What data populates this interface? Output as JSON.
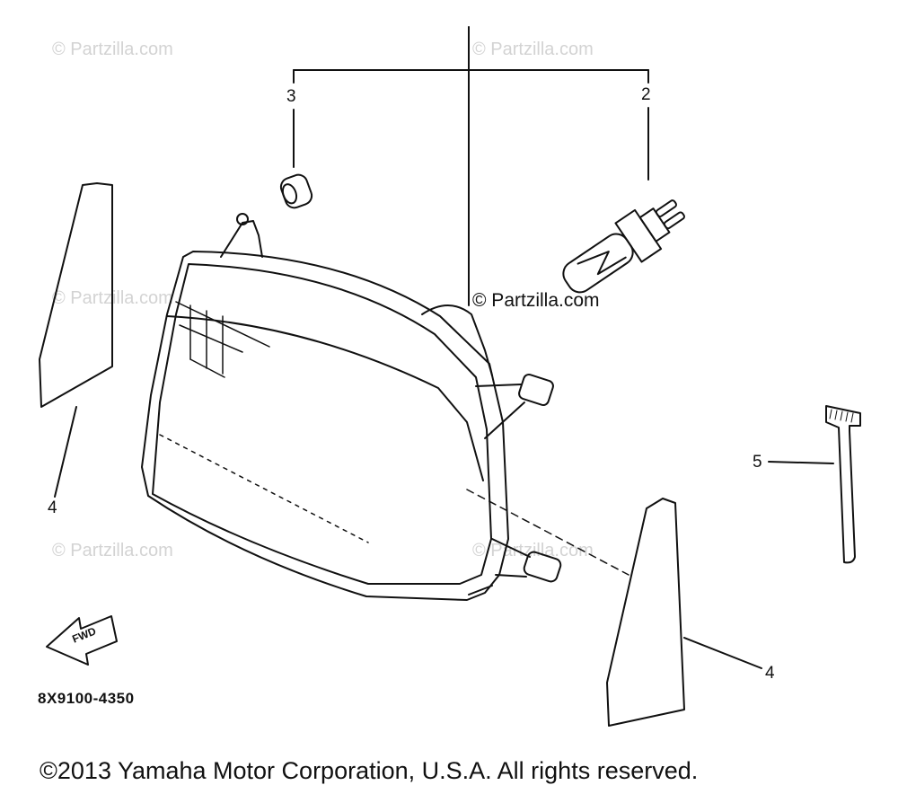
{
  "diagram": {
    "callouts": {
      "c2": "2",
      "c3": "3",
      "c4_left": "4",
      "c4_right": "4",
      "c5": "5"
    },
    "arrow_text": "FWD",
    "part_code": "8X9100-4350",
    "copyright": "©2013 Yamaha Motor Corporation, U.S.A. All rights reserved.",
    "watermark": "© Partzilla.com"
  },
  "colors": {
    "line": "#111111",
    "watermark": "#d3d3d3",
    "background": "#ffffff"
  }
}
